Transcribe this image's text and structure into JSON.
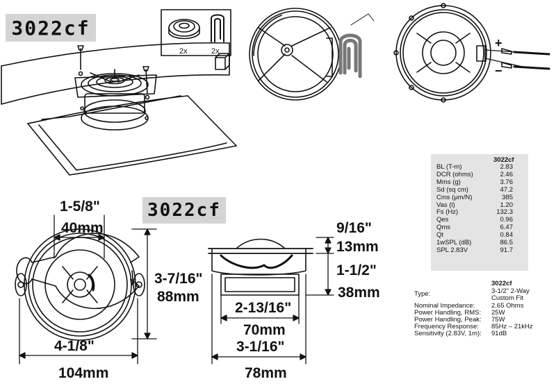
{
  "model_tag_top": "3022cf",
  "model_tag_mid": "3022cf",
  "install": {
    "qty_speaker": "2x",
    "qty_clip": "2x"
  },
  "wiring": {
    "plus": "+",
    "minus": "−"
  },
  "dimensions": {
    "mount_depth_in": "1-5/8\"",
    "mount_depth_mm": "40mm",
    "height_in": "3-7/16\"",
    "height_mm": "88mm",
    "overall_width_in": "4-1/8\"",
    "overall_width_mm": "104mm",
    "top_height_in": "9/16\"",
    "top_height_mm": "13mm",
    "depth_in": "1-1/2\"",
    "depth_mm": "38mm",
    "cutout_in": "2-13/16\"",
    "cutout_mm": "70mm",
    "mount_dia_in": "3-1/16\"",
    "mount_dia_mm": "78mm"
  },
  "ts_params": {
    "header": "3022cf",
    "rows": [
      {
        "label": "BL (T-m)",
        "value": "2.83"
      },
      {
        "label": "DCR (ohms)",
        "value": "2.46"
      },
      {
        "label": "Mms (g)",
        "value": "3.76"
      },
      {
        "label": "Sd (sq cm)",
        "value": "47.2"
      },
      {
        "label": "Cms (μm/N)",
        "value": "385"
      },
      {
        "label": "Vas (l)",
        "value": "1.20"
      },
      {
        "label": "Fs (Hz)",
        "value": "132.3"
      },
      {
        "label": "Qes",
        "value": "0.96"
      },
      {
        "label": "Qms",
        "value": "6.47"
      },
      {
        "label": "Qt",
        "value": "0.84"
      },
      {
        "label": "1wSPL (dB)",
        "value": "86.5"
      },
      {
        "label": "SPL 2.83V",
        "value": "91.7"
      }
    ]
  },
  "features": {
    "header": "3022cf",
    "type_label": "Type:",
    "type_value_1": "3-1/2\" 2-Way",
    "type_value_2": "Custom Fit",
    "rows": [
      {
        "label": "Nominal Impedance:",
        "value": "2.65 Ohms"
      },
      {
        "label": "Power Handling, RMS:",
        "value": "25W"
      },
      {
        "label": "Power Handling, Peak:",
        "value": "75W"
      },
      {
        "label": "Frequency Response:",
        "value": "85Hz – 21kHz"
      },
      {
        "label": "Sensitivity (2.83V, 1m):",
        "value": "91dB"
      }
    ]
  }
}
